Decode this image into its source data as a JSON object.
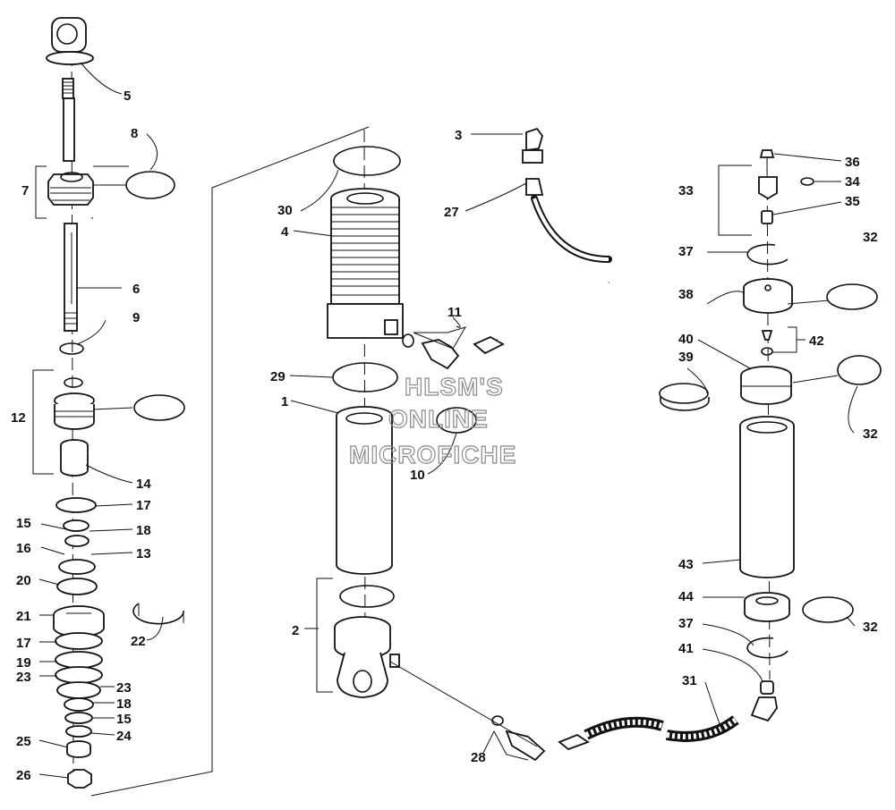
{
  "watermark": {
    "line1": "HLSM'S",
    "line2": "ONLINE",
    "line3": "MICROFICHE"
  },
  "callouts": [
    {
      "id": "c1",
      "text": "1"
    },
    {
      "id": "c2",
      "text": "2"
    },
    {
      "id": "c3",
      "text": "3"
    },
    {
      "id": "c4",
      "text": "4"
    },
    {
      "id": "c5",
      "text": "5"
    },
    {
      "id": "c6",
      "text": "6"
    },
    {
      "id": "c7",
      "text": "7"
    },
    {
      "id": "c8",
      "text": "8"
    },
    {
      "id": "c9",
      "text": "9"
    },
    {
      "id": "c10",
      "text": "10"
    },
    {
      "id": "c11",
      "text": "11"
    },
    {
      "id": "c12",
      "text": "12"
    },
    {
      "id": "c13",
      "text": "13"
    },
    {
      "id": "c14",
      "text": "14"
    },
    {
      "id": "c15a",
      "text": "15"
    },
    {
      "id": "c15b",
      "text": "15"
    },
    {
      "id": "c16",
      "text": "16"
    },
    {
      "id": "c17a",
      "text": "17"
    },
    {
      "id": "c17b",
      "text": "17"
    },
    {
      "id": "c18a",
      "text": "18"
    },
    {
      "id": "c18b",
      "text": "18"
    },
    {
      "id": "c19",
      "text": "19"
    },
    {
      "id": "c20",
      "text": "20"
    },
    {
      "id": "c21",
      "text": "21"
    },
    {
      "id": "c22",
      "text": "22"
    },
    {
      "id": "c23a",
      "text": "23"
    },
    {
      "id": "c23b",
      "text": "23"
    },
    {
      "id": "c24",
      "text": "24"
    },
    {
      "id": "c25",
      "text": "25"
    },
    {
      "id": "c26",
      "text": "26"
    },
    {
      "id": "c27",
      "text": "27"
    },
    {
      "id": "c28",
      "text": "28"
    },
    {
      "id": "c29",
      "text": "29"
    },
    {
      "id": "c30",
      "text": "30"
    },
    {
      "id": "c31",
      "text": "31"
    },
    {
      "id": "c32a",
      "text": "32"
    },
    {
      "id": "c32b",
      "text": "32"
    },
    {
      "id": "c32c",
      "text": "32"
    },
    {
      "id": "c33",
      "text": "33"
    },
    {
      "id": "c34",
      "text": "34"
    },
    {
      "id": "c35",
      "text": "35"
    },
    {
      "id": "c36",
      "text": "36"
    },
    {
      "id": "c37a",
      "text": "37"
    },
    {
      "id": "c37b",
      "text": "37"
    },
    {
      "id": "c38",
      "text": "38"
    },
    {
      "id": "c39",
      "text": "39"
    },
    {
      "id": "c40",
      "text": "40"
    },
    {
      "id": "c41",
      "text": "41"
    },
    {
      "id": "c42",
      "text": "42"
    },
    {
      "id": "c43",
      "text": "43"
    },
    {
      "id": "c44",
      "text": "44"
    }
  ]
}
